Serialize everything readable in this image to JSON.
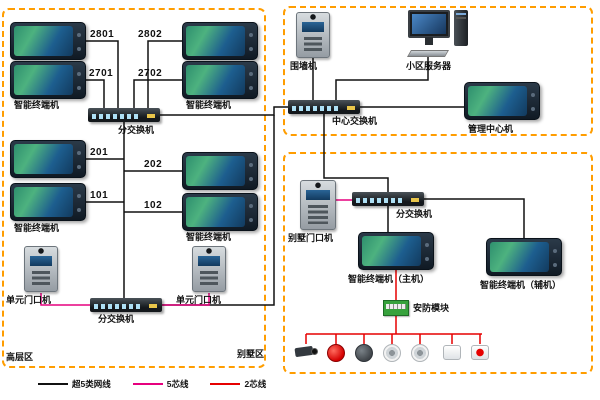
{
  "zones": {
    "highrise_label": "高层区",
    "villa_label": "别墅区"
  },
  "highrise": {
    "t2801": "2801",
    "t2802": "2802",
    "t2701": "2701",
    "t2702": "2702",
    "t201": "201",
    "t202": "202",
    "t101": "101",
    "t102": "102",
    "terminal_left_top": "智能终端机",
    "terminal_right_top": "智能终端机",
    "terminal_left_mid": "智能终端机",
    "terminal_right_mid": "智能终端机",
    "switch_top": "分交换机",
    "switch_bottom": "分交换机",
    "door_left": "单元门口机",
    "door_right": "单元门口机"
  },
  "center": {
    "wall_machine": "围墙机",
    "server": "小区服务器",
    "center_switch": "中心交换机",
    "mgmt_terminal": "管理中心机"
  },
  "villa": {
    "door_machine": "别墅门口机",
    "switch": "分交换机",
    "terminal_master": "智能终端机（主机）",
    "terminal_aux": "智能终端机（辅机）",
    "security_module": "安防模块"
  },
  "legend": {
    "items": [
      {
        "label": "超5类网线",
        "color": "#111111"
      },
      {
        "label": "5芯线",
        "color": "#e6007e"
      },
      {
        "label": "2芯线",
        "color": "#e60000"
      }
    ]
  },
  "colors": {
    "zone_border": "#ff9d00",
    "cat5": "#111111",
    "wire5": "#e6007e",
    "wire2": "#e60000"
  }
}
